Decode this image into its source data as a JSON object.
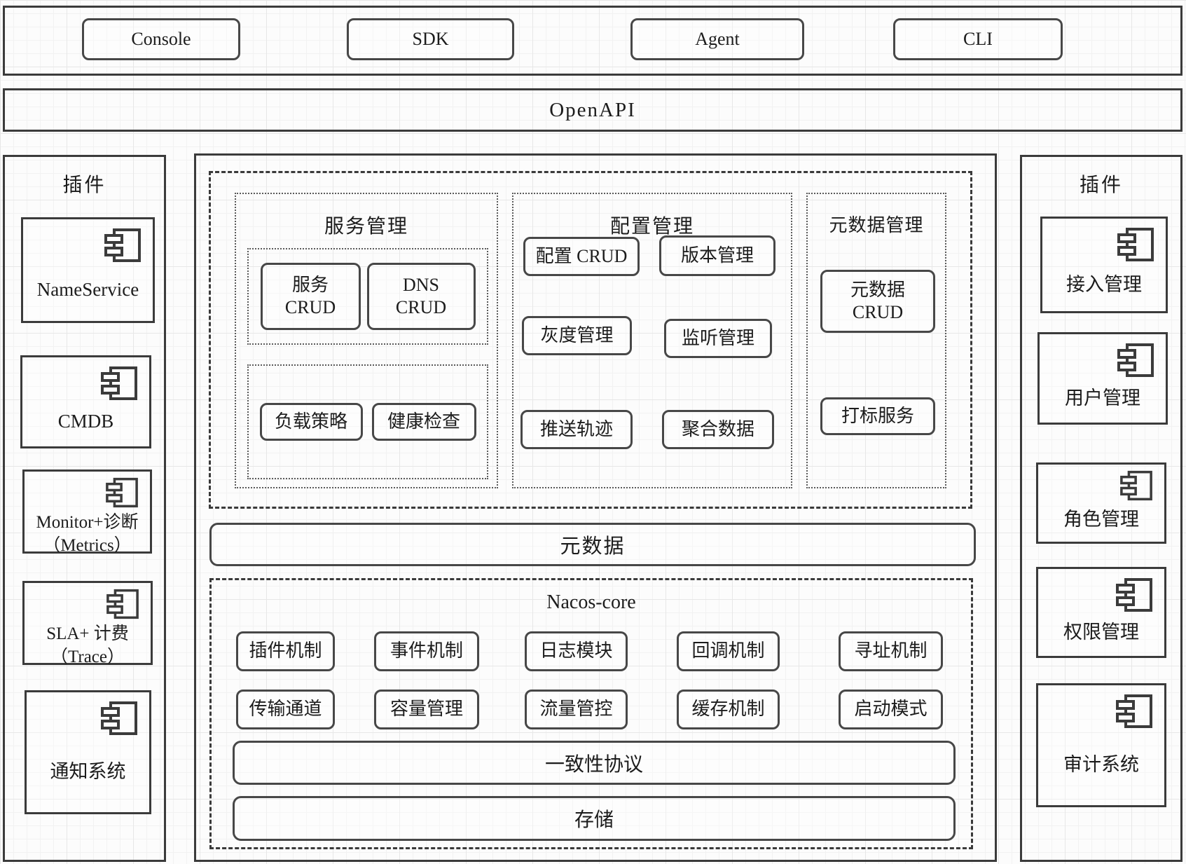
{
  "top_bar": {
    "items": [
      "Console",
      "SDK",
      "Agent",
      "CLI"
    ]
  },
  "openapi_bar": {
    "label": "OpenAPI"
  },
  "left_panel": {
    "title": "插件",
    "items": [
      {
        "label": "NameService",
        "sublabel": ""
      },
      {
        "label": "CMDB",
        "sublabel": ""
      },
      {
        "label": "Monitor+诊断",
        "sublabel": "（Metrics）"
      },
      {
        "label": "SLA+ 计费",
        "sublabel": "（Trace）"
      },
      {
        "label": "通知系统",
        "sublabel": ""
      }
    ]
  },
  "right_panel": {
    "title": "插件",
    "items": [
      {
        "label": "接入管理"
      },
      {
        "label": "用户管理"
      },
      {
        "label": "角色管理"
      },
      {
        "label": "权限管理"
      },
      {
        "label": "审计系统"
      }
    ]
  },
  "function_area": {
    "service_mgmt": {
      "title": "服务管理",
      "crud_buttons": [
        {
          "line1": "服务",
          "line2": "CRUD"
        },
        {
          "line1": "DNS",
          "line2": "CRUD"
        }
      ],
      "policy_buttons": [
        "负载策略",
        "健康检查"
      ]
    },
    "config_mgmt": {
      "title": "配置管理",
      "buttons": [
        "配置 CRUD",
        "版本管理",
        "灰度管理",
        "监听管理",
        "推送轨迹",
        "聚合数据"
      ]
    },
    "metadata_mgmt": {
      "title": "元数据管理",
      "crud_button": {
        "line1": "元数据",
        "line2": "CRUD"
      },
      "tag_button": "打标服务"
    }
  },
  "metadata_bar": {
    "label": "元数据"
  },
  "nacos_core": {
    "title": "Nacos-core",
    "row1": [
      "插件机制",
      "事件机制",
      "日志模块",
      "回调机制",
      "寻址机制"
    ],
    "row2": [
      "传输通道",
      "容量管理",
      "流量管控",
      "缓存机制",
      "启动模式"
    ],
    "consistency_bar": "一致性协议",
    "storage_bar": "存储"
  },
  "colors": {
    "border": "#3b3b3b",
    "grid_minor": "#f2f2f2",
    "grid_major": "#e7e7e7",
    "background": "#fcfcfc"
  }
}
